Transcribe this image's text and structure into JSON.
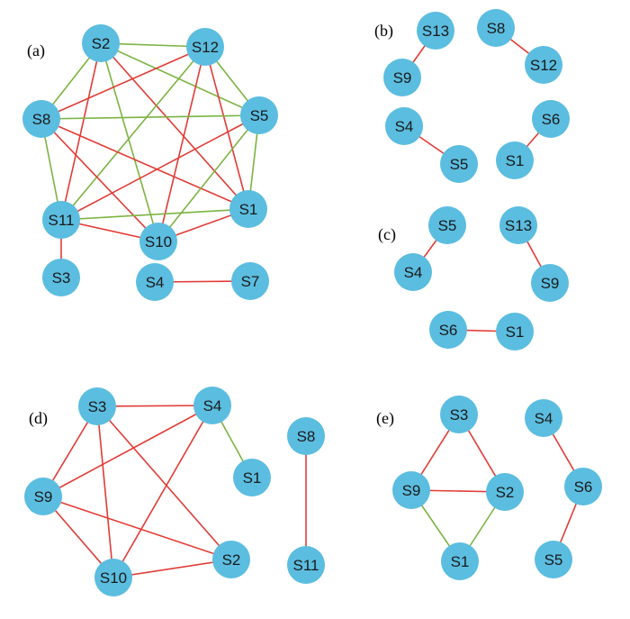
{
  "colors": {
    "node_fill": "#5bbde0",
    "edge_red": "#e23b35",
    "edge_green": "#7cb342"
  },
  "panels": [
    {
      "label": "(a)",
      "nodes": [
        "S2",
        "S12",
        "S8",
        "S5",
        "S11",
        "S10",
        "S1",
        "S3",
        "S4",
        "S7"
      ],
      "edges": [
        [
          "S2",
          "S12",
          "green"
        ],
        [
          "S2",
          "S5",
          "green"
        ],
        [
          "S2",
          "S8",
          "green"
        ],
        [
          "S2",
          "S11",
          "red"
        ],
        [
          "S2",
          "S10",
          "green"
        ],
        [
          "S2",
          "S1",
          "red"
        ],
        [
          "S12",
          "S8",
          "red"
        ],
        [
          "S12",
          "S5",
          "green"
        ],
        [
          "S12",
          "S11",
          "green"
        ],
        [
          "S12",
          "S10",
          "red"
        ],
        [
          "S12",
          "S1",
          "red"
        ],
        [
          "S8",
          "S5",
          "green"
        ],
        [
          "S8",
          "S11",
          "green"
        ],
        [
          "S8",
          "S10",
          "red"
        ],
        [
          "S8",
          "S1",
          "red"
        ],
        [
          "S5",
          "S11",
          "red"
        ],
        [
          "S5",
          "S10",
          "green"
        ],
        [
          "S5",
          "S1",
          "green"
        ],
        [
          "S11",
          "S10",
          "red"
        ],
        [
          "S11",
          "S1",
          "green"
        ],
        [
          "S10",
          "S1",
          "red"
        ],
        [
          "S11",
          "S3",
          "red"
        ],
        [
          "S4",
          "S7",
          "red"
        ]
      ]
    },
    {
      "label": "(b)",
      "nodes": [
        "S13",
        "S9",
        "S8",
        "S12",
        "S4",
        "S5",
        "S6",
        "S1"
      ],
      "edges": [
        [
          "S13",
          "S9",
          "red"
        ],
        [
          "S8",
          "S12",
          "red"
        ],
        [
          "S4",
          "S5",
          "red"
        ],
        [
          "S6",
          "S1",
          "red"
        ]
      ]
    },
    {
      "label": "(c)",
      "nodes": [
        "S5",
        "S4",
        "S13",
        "S9",
        "S6",
        "S1"
      ],
      "edges": [
        [
          "S5",
          "S4",
          "red"
        ],
        [
          "S13",
          "S9",
          "red"
        ],
        [
          "S6",
          "S1",
          "red"
        ]
      ]
    },
    {
      "label": "(d)",
      "nodes": [
        "S3",
        "S4",
        "S8",
        "S1",
        "S9",
        "S10",
        "S2",
        "S11"
      ],
      "edges": [
        [
          "S3",
          "S4",
          "red"
        ],
        [
          "S3",
          "S9",
          "red"
        ],
        [
          "S3",
          "S10",
          "red"
        ],
        [
          "S3",
          "S2",
          "red"
        ],
        [
          "S4",
          "S9",
          "red"
        ],
        [
          "S4",
          "S10",
          "red"
        ],
        [
          "S4",
          "S1",
          "green"
        ],
        [
          "S9",
          "S10",
          "red"
        ],
        [
          "S9",
          "S2",
          "red"
        ],
        [
          "S10",
          "S2",
          "red"
        ],
        [
          "S8",
          "S11",
          "red"
        ]
      ]
    },
    {
      "label": "(e)",
      "nodes": [
        "S3",
        "S4",
        "S9",
        "S2",
        "S6",
        "S1",
        "S5"
      ],
      "edges": [
        [
          "S3",
          "S9",
          "red"
        ],
        [
          "S3",
          "S2",
          "red"
        ],
        [
          "S9",
          "S2",
          "red"
        ],
        [
          "S9",
          "S1",
          "green"
        ],
        [
          "S2",
          "S1",
          "green"
        ],
        [
          "S4",
          "S6",
          "red"
        ],
        [
          "S6",
          "S5",
          "red"
        ]
      ]
    }
  ]
}
